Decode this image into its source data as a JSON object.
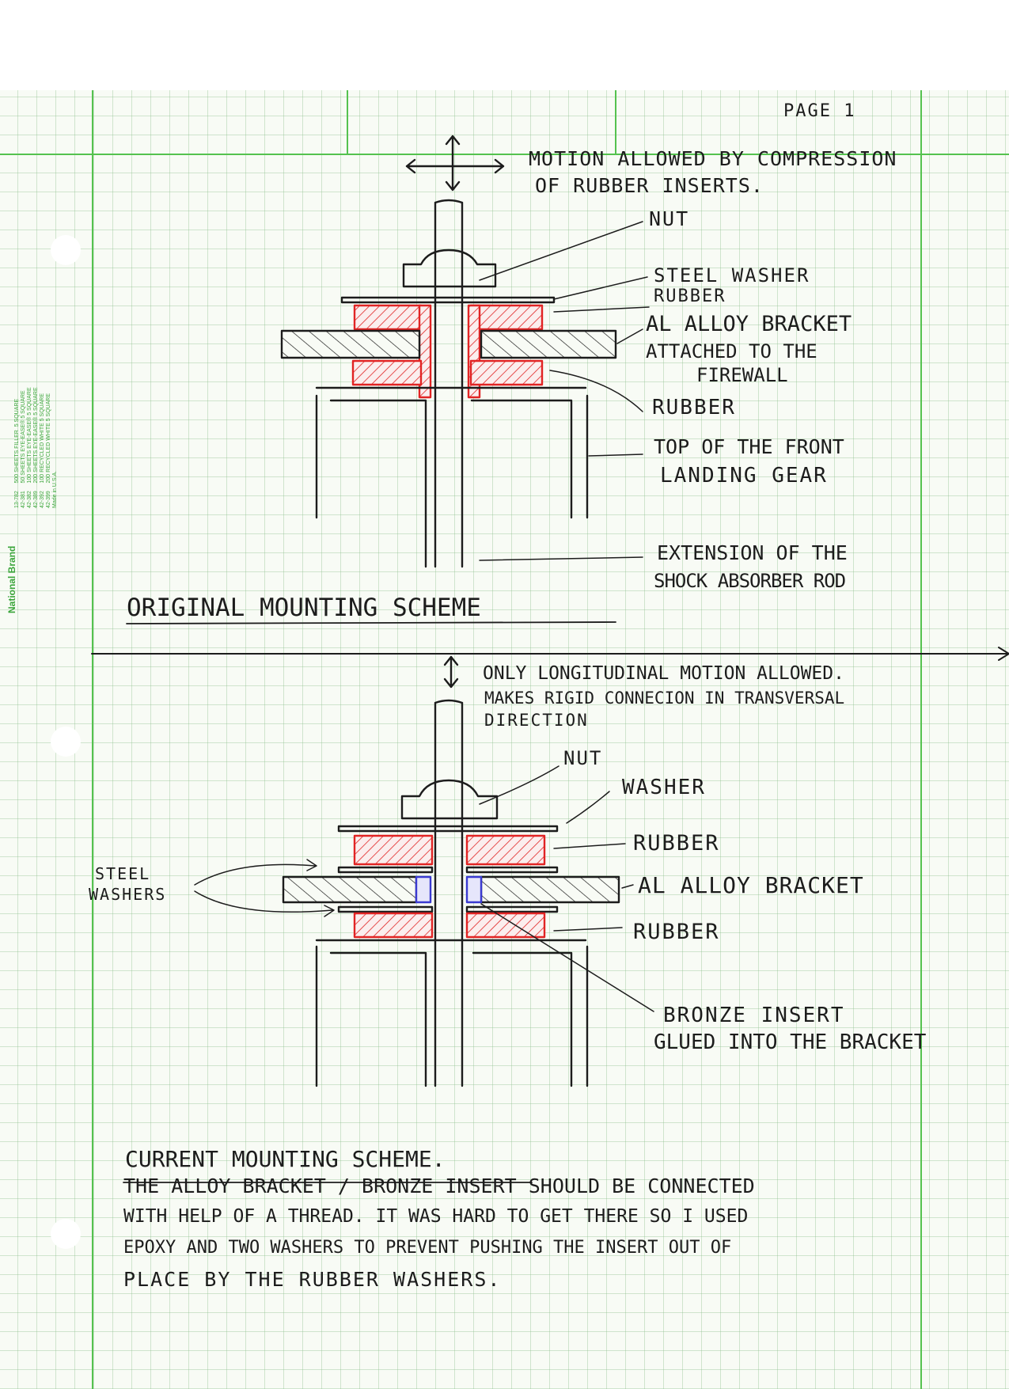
{
  "page_number": "PAGE 1",
  "paper": {
    "brand": "National Brand",
    "spec_lines": [
      "13-782     500 SHEETS FILLER  5 SQUARE",
      "42-381     50 SHEETS EYE-EASE® 5 SQUARE",
      "42-382     100 SHEETS EYE-EASE® 5 SQUARE",
      "42-389     200 SHEETS EYE-EASE® 5 SQUARE",
      "42-392     100 RECYCLED WHITE 5 SQUARE",
      "42-399     200 RECYCLED WHITE 5 SQUARE",
      "Made in U.S.A."
    ]
  },
  "original": {
    "title": "ORIGINAL MOUNTING SCHEME",
    "motion_note": [
      "MOTION ALLOWED BY COMPRESSION",
      "OF RUBBER INSERTS."
    ],
    "labels": {
      "nut": "NUT",
      "steel_washer": "STEEL WASHER",
      "rubber_top": "RUBBER",
      "bracket": "AL ALLOY BRACKET",
      "bracket_note": [
        "ATTACHED TO THE",
        "FIREWALL"
      ],
      "rubber_bottom": "RUBBER",
      "gear_top": [
        "TOP OF THE FRONT",
        "LANDING GEAR"
      ],
      "rod": [
        "EXTENSION OF THE",
        "SHOCK ABSORBER ROD"
      ]
    }
  },
  "current": {
    "title": "CURRENT MOUNTING SCHEME.",
    "motion_note": [
      "ONLY LONGITUDINAL MOTION ALLOWED.",
      "MAKES RIGID CONNECION IN TRANSVERSAL",
      "DIRECTION"
    ],
    "labels": {
      "nut": "NUT",
      "washer": "WASHER",
      "rubber_top": "RUBBER",
      "bracket": "AL ALLOY BRACKET",
      "rubber_bottom": "RUBBER",
      "steel_washers": [
        "STEEL",
        "WASHERS"
      ],
      "bronze_insert": [
        "BRONZE INSERT",
        "GLUED INTO THE BRACKET"
      ]
    },
    "notes": [
      "THE ALLOY BRACKET / BRONZE INSERT SHOULD BE CONNECTED",
      "WITH HELP OF A THREAD. IT WAS HARD TO GET THERE SO I USED",
      "EPOXY AND TWO WASHERS TO PREVENT PUSHING THE INSERT OUT OF",
      "PLACE BY THE RUBBER WASHERS."
    ]
  },
  "colors": {
    "rubber": "#e12424",
    "bronze_insert": "#3a3ad0",
    "ink": "#1c1c1c",
    "paper_grid": "#55c24f"
  }
}
